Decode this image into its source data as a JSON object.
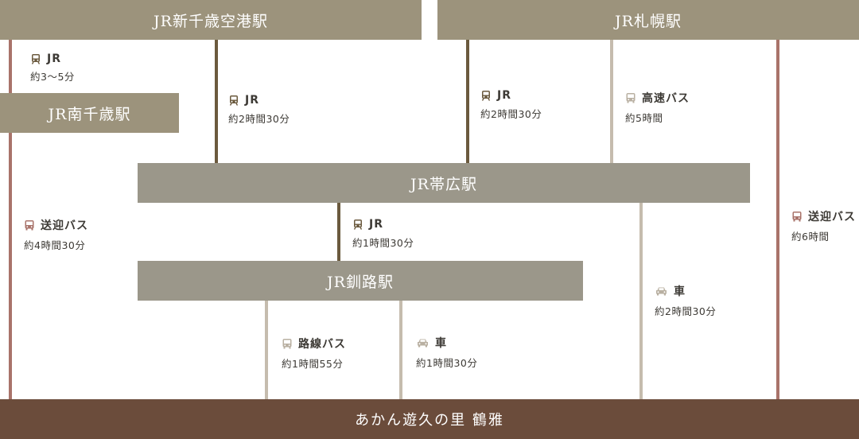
{
  "stations": {
    "shin_chitose": "JR新千歳空港駅",
    "sapporo": "JR札幌駅",
    "minami_chitose": "JR南千歳駅",
    "obihiro": "JR帯広駅",
    "kushiro": "JR釧路駅"
  },
  "destination": "あかん遊久の里 鶴雅",
  "routes": {
    "chitose_to_minami": {
      "mode": "JR",
      "time": "約3～5分",
      "icon": "train-icon"
    },
    "chitose_to_obihiro": {
      "mode": "JR",
      "time": "約2時間30分",
      "icon": "train-icon"
    },
    "sapporo_to_obihiro_jr": {
      "mode": "JR",
      "time": "約2時間30分",
      "icon": "train-icon"
    },
    "sapporo_to_obihiro_bus": {
      "mode": "高速バス",
      "time": "約5時間",
      "icon": "bus-icon"
    },
    "sapporo_shuttle": {
      "mode": "送迎バス",
      "time": "約6時間",
      "icon": "bus-icon"
    },
    "chitose_shuttle": {
      "mode": "送迎バス",
      "time": "約4時間30分",
      "icon": "bus-icon"
    },
    "obihiro_to_kushiro": {
      "mode": "JR",
      "time": "約1時間30分",
      "icon": "train-icon"
    },
    "obihiro_car": {
      "mode": "車",
      "time": "約2時間30分",
      "icon": "car-icon"
    },
    "kushiro_bus": {
      "mode": "路線バス",
      "time": "約1時間55分",
      "icon": "bus-icon"
    },
    "kushiro_car": {
      "mode": "車",
      "time": "約1時間30分",
      "icon": "car-icon"
    }
  },
  "colors": {
    "jr_line": "#6b5a3e",
    "shuttle_line": "#a9736a",
    "bus_car_line": "#c5bcae",
    "station_box": "#9c937c",
    "destination_box": "#6b4c3b"
  }
}
